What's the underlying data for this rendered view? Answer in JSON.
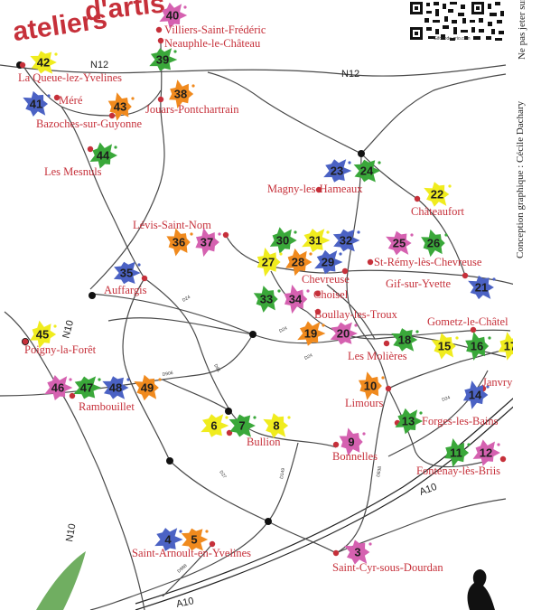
{
  "header": {
    "title_lines": [
      "ateliers",
      "d'artis"
    ],
    "qr_caption": "Gifocode.qrio.com"
  },
  "credits": {
    "design": "Conception graphique : Cécile Dachary",
    "notice": "Ne pas jeter sur"
  },
  "roads": [
    {
      "name": "N12",
      "label_id": "a"
    },
    {
      "name": "N12",
      "label_id": "b"
    },
    {
      "name": "N10",
      "label_id": "c"
    },
    {
      "name": "N10",
      "label_id": "d"
    },
    {
      "name": "A10",
      "label_id": "e"
    },
    {
      "name": "A10",
      "label_id": "f"
    }
  ],
  "minor_road_labels": [
    "D24",
    "D24",
    "D906",
    "D91",
    "D24",
    "D27",
    "D149",
    "D838",
    "D988",
    "D24"
  ],
  "colors": {
    "town_red": "#c6303a",
    "road_grey": "#4a4a4a",
    "node_black": "#111111",
    "splat_yellow": "#f0ec1e",
    "splat_green": "#3aa83a",
    "splat_blue": "#4b62c4",
    "splat_orange": "#f08a1e",
    "splat_pink": "#d561b0"
  },
  "towns": [
    "Villiers-Saint-Frédéric",
    "Neauphle-le-Château",
    "La Queue-lez-Yvelines",
    "Méré",
    "Bazoches-sur-Guyonne",
    "Jouars-Pontchartrain",
    "Les Mesnuls",
    "Magny-les-Hameaux",
    "Châteaufort",
    "Lévis-Saint-Nom",
    "St-Rémy-lès-Chevreuse",
    "Chevreuse",
    "Gif-sur-Yvette",
    "Auffargis",
    "Choisel",
    "Boullay-les-Troux",
    "Gometz-le-Châtel",
    "Les Molières",
    "Poigny-la-Forêt",
    "Rambouillet",
    "Limours",
    "Janvry",
    "Forges-les-Bains",
    "Bullion",
    "Bonnelles",
    "Fontenay-lès-Briis",
    "Saint-Arnoult-en-Yvelines",
    "Saint-Cyr-sous-Dourdan"
  ],
  "ateliers": [
    {
      "num": "40",
      "color": "pink"
    },
    {
      "num": "39",
      "color": "green"
    },
    {
      "num": "42",
      "color": "yellow"
    },
    {
      "num": "41",
      "color": "blue"
    },
    {
      "num": "43",
      "color": "orange"
    },
    {
      "num": "38",
      "color": "orange"
    },
    {
      "num": "44",
      "color": "green"
    },
    {
      "num": "23",
      "color": "blue"
    },
    {
      "num": "24",
      "color": "green"
    },
    {
      "num": "22",
      "color": "yellow"
    },
    {
      "num": "36",
      "color": "orange"
    },
    {
      "num": "37",
      "color": "pink"
    },
    {
      "num": "30",
      "color": "green"
    },
    {
      "num": "31",
      "color": "yellow"
    },
    {
      "num": "32",
      "color": "blue"
    },
    {
      "num": "25",
      "color": "pink"
    },
    {
      "num": "26",
      "color": "green"
    },
    {
      "num": "27",
      "color": "yellow"
    },
    {
      "num": "28",
      "color": "orange"
    },
    {
      "num": "29",
      "color": "blue"
    },
    {
      "num": "35",
      "color": "blue"
    },
    {
      "num": "21",
      "color": "blue"
    },
    {
      "num": "33",
      "color": "green"
    },
    {
      "num": "34",
      "color": "pink"
    },
    {
      "num": "45",
      "color": "yellow"
    },
    {
      "num": "19",
      "color": "orange"
    },
    {
      "num": "20",
      "color": "pink"
    },
    {
      "num": "18",
      "color": "green"
    },
    {
      "num": "15",
      "color": "yellow"
    },
    {
      "num": "16",
      "color": "green"
    },
    {
      "num": "17",
      "color": "yellow"
    },
    {
      "num": "46",
      "color": "pink"
    },
    {
      "num": "47",
      "color": "green"
    },
    {
      "num": "48",
      "color": "blue"
    },
    {
      "num": "49",
      "color": "orange"
    },
    {
      "num": "10",
      "color": "orange"
    },
    {
      "num": "14",
      "color": "blue"
    },
    {
      "num": "13",
      "color": "green"
    },
    {
      "num": "6",
      "color": "yellow"
    },
    {
      "num": "7",
      "color": "green"
    },
    {
      "num": "8",
      "color": "yellow"
    },
    {
      "num": "9",
      "color": "pink"
    },
    {
      "num": "11",
      "color": "green"
    },
    {
      "num": "12",
      "color": "pink"
    },
    {
      "num": "4",
      "color": "blue"
    },
    {
      "num": "5",
      "color": "orange"
    },
    {
      "num": "3",
      "color": "pink"
    }
  ]
}
